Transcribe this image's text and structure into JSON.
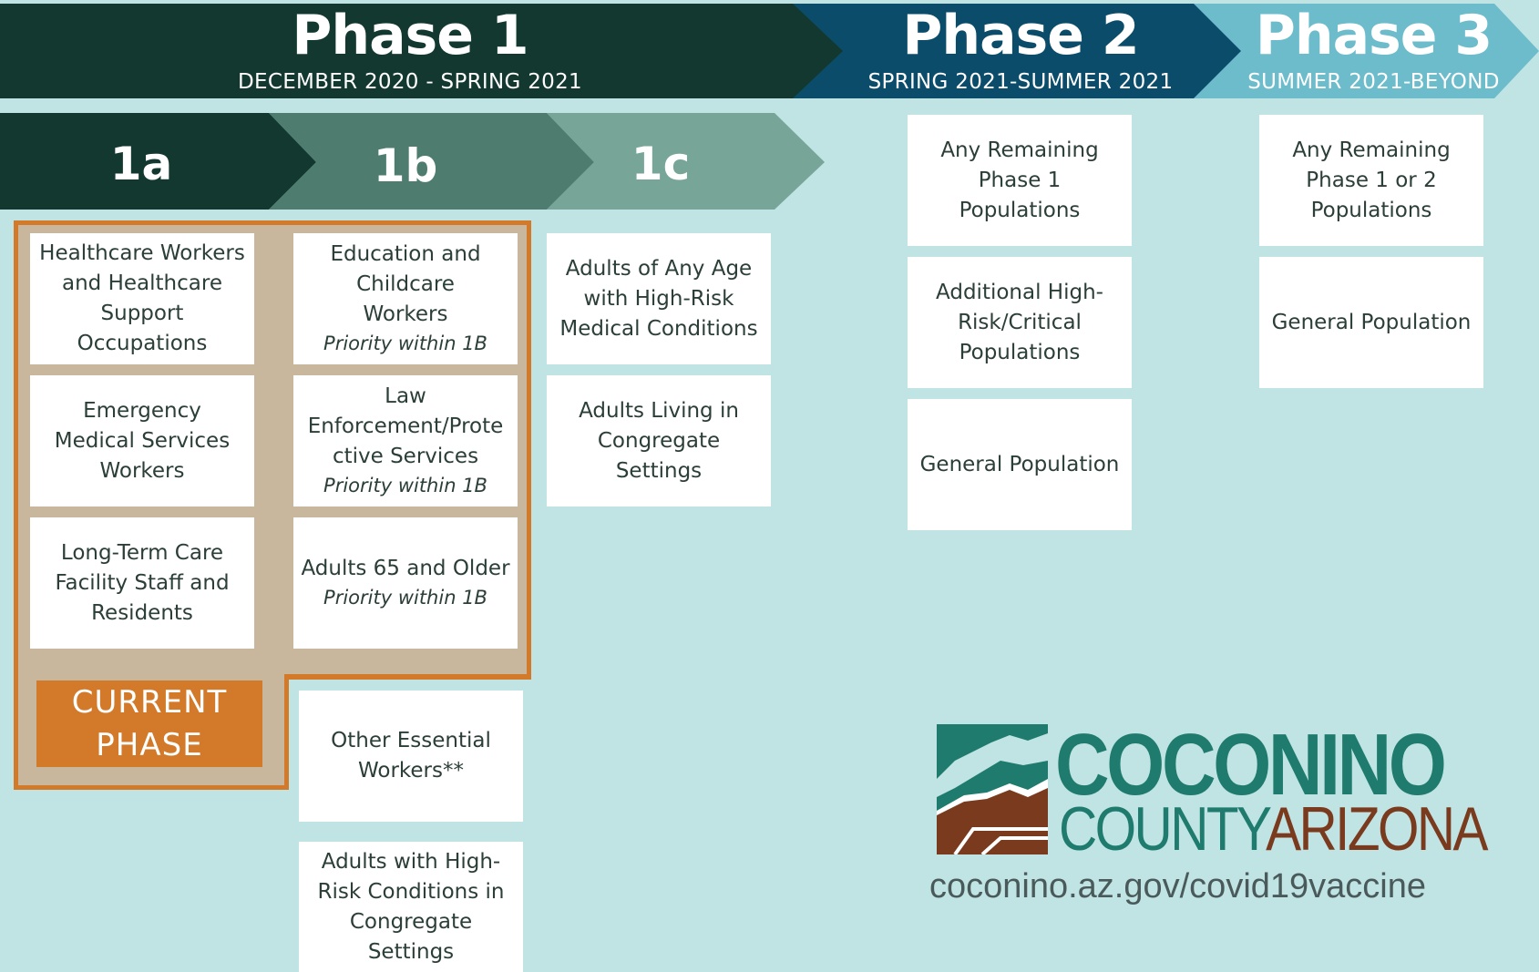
{
  "phases": [
    {
      "title": "Phase 1",
      "subtitle": "DECEMBER 2020 - SPRING 2021",
      "color": "#12382f"
    },
    {
      "title": "Phase 2",
      "subtitle": "SPRING 2021-SUMMER 2021",
      "color": "#0b4c6a"
    },
    {
      "title": "Phase 3",
      "subtitle": "SUMMER 2021-BEYOND",
      "color": "#6dbccc"
    }
  ],
  "subphases": [
    {
      "label": "1a",
      "color": "#12382f"
    },
    {
      "label": "1b",
      "color": "#4e7d70"
    },
    {
      "label": "1c",
      "color": "#77a598"
    }
  ],
  "col_1a": [
    "Healthcare Workers and Healthcare Support Occupations",
    "Emergency Medical Services Workers",
    "Long-Term Care Facility Staff and Residents"
  ],
  "col_1b": [
    {
      "text": "Education and Childcare Workers",
      "priority": "Priority within 1B"
    },
    {
      "text": "Law Enforcement/Protective Services",
      "priority": "Priority within 1B"
    },
    {
      "text": "Adults 65 and Older",
      "priority": "Priority within 1B"
    },
    {
      "text": "Other Essential Workers**"
    },
    {
      "text": "Adults with High-Risk Conditions in Congregate Settings"
    }
  ],
  "col_1c": [
    "Adults of Any Age with High-Risk Medical Conditions",
    "Adults Living in Congregate Settings"
  ],
  "col_phase2": [
    "Any Remaining Phase 1 Populations",
    "Additional High-Risk/Critical Populations",
    "General Population"
  ],
  "col_phase3": [
    "Any Remaining Phase 1 or 2 Populations",
    "General Population"
  ],
  "current_phase": {
    "line1": "CURRENT",
    "line2": "PHASE",
    "color": "#d27a2a"
  },
  "logo": {
    "word1": "COCONINO",
    "word2a": "COUNTY",
    "word2b": "ARIZONA",
    "url": "coconino.az.gov/covid19vaccine",
    "teal": "#1e7b6e",
    "brown": "#7a3a1e"
  }
}
